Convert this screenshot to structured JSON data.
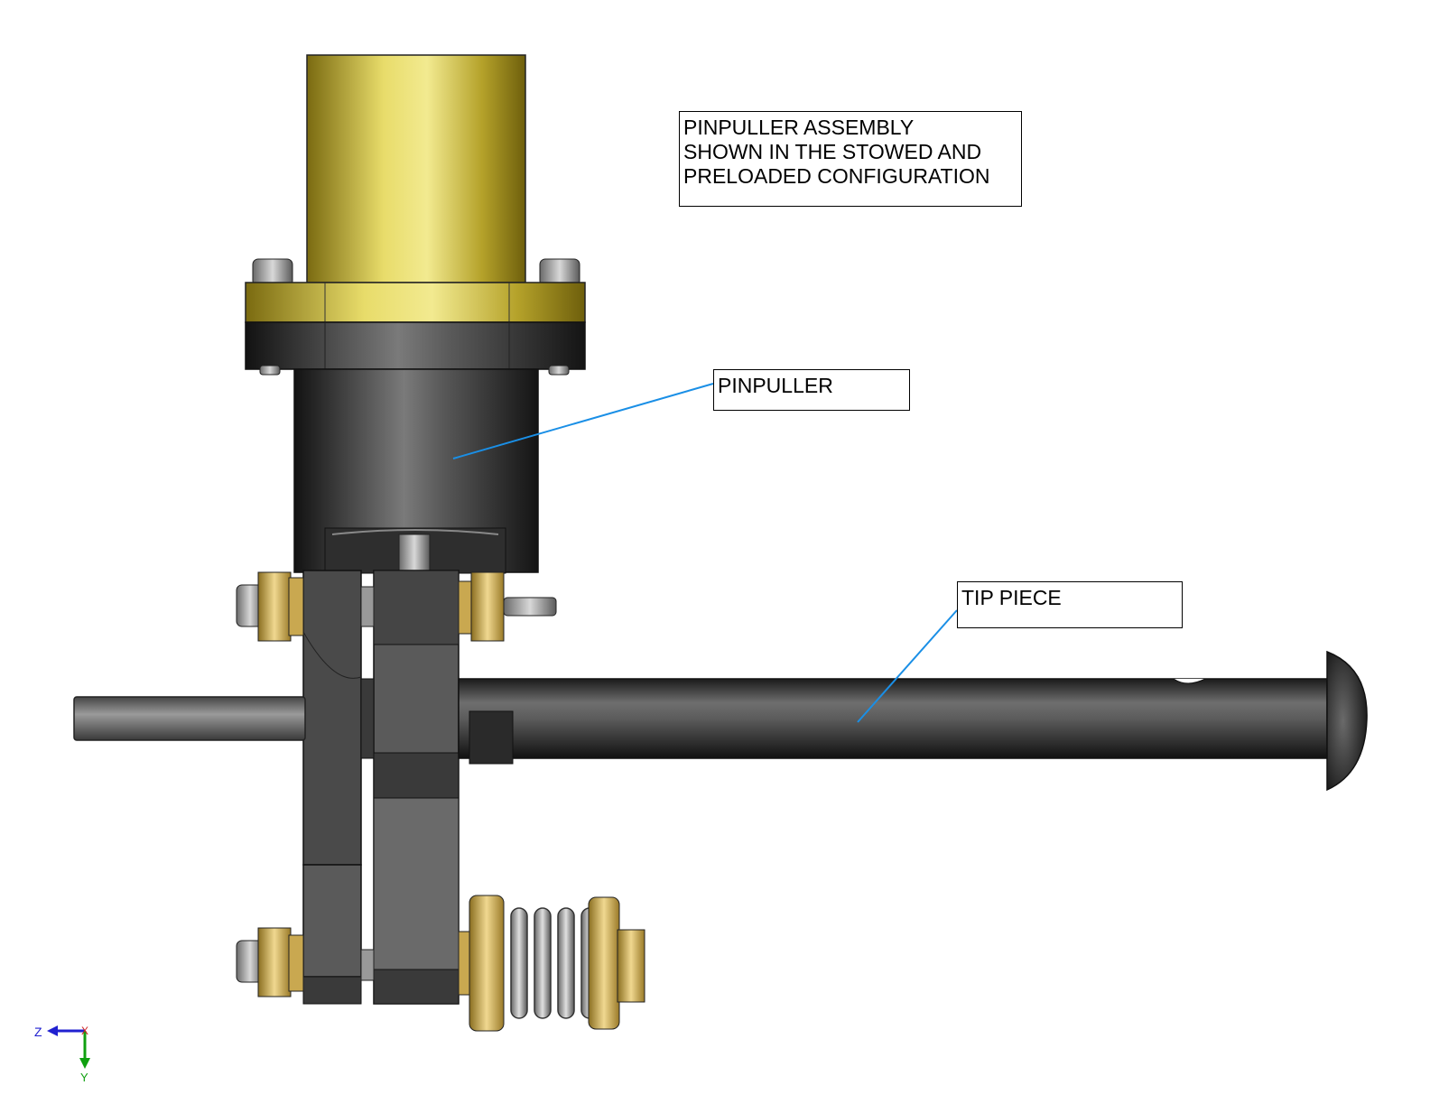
{
  "note": {
    "lines": [
      "PINPULLER ASSEMBLY",
      "SHOWN IN THE STOWED AND",
      "PRELOADED CONFIGURATION"
    ]
  },
  "callouts": {
    "pinpuller": "PINPULLER",
    "tip_piece": "TIP PIECE"
  },
  "triad": {
    "z_label": "Z",
    "x_label": "X",
    "y_label": "Y"
  },
  "colors": {
    "leader": "#1a8fe6",
    "brass": "#b8a020",
    "dark_metal": "#3a3a3a",
    "axis_z": "#2020d0",
    "axis_y": "#10a010",
    "axis_x": "#d02020"
  }
}
